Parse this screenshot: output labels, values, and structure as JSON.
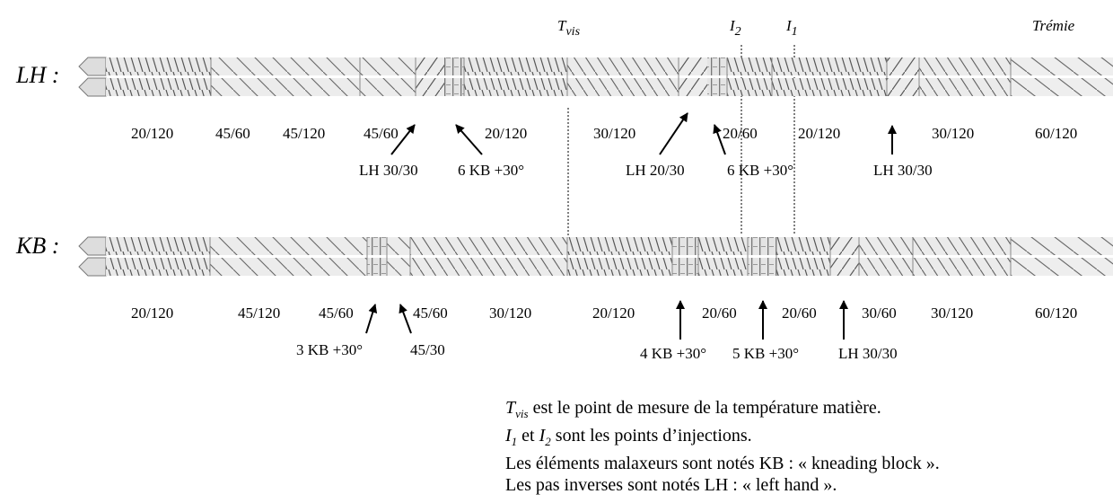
{
  "markers": {
    "tvis": {
      "main": "T",
      "sub": "vis"
    },
    "i2": {
      "main": "I",
      "sub": "2"
    },
    "i1": {
      "main": "I",
      "sub": "1"
    },
    "tremie": "Trémie"
  },
  "rows": {
    "lh": {
      "name": "LH :",
      "pitch_labels": [
        "20/120",
        "45/60",
        "45/120",
        "45/60",
        "20/120",
        "30/120",
        "20/60",
        "20/120",
        "30/120",
        "60/120"
      ],
      "callouts": [
        "LH 30/30",
        "6 KB +30°",
        "LH 20/30",
        "6 KB +30°",
        "LH 30/30"
      ]
    },
    "kb": {
      "name": "KB :",
      "pitch_labels": [
        "20/120",
        "45/120",
        "45/60",
        "45/60",
        "30/120",
        "20/120",
        "20/60",
        "20/60",
        "30/60",
        "30/120",
        "60/120"
      ],
      "callouts": [
        "3 KB +30°",
        "45/30",
        "4 KB +30°",
        "5 KB +30°",
        "LH 30/30"
      ]
    }
  },
  "notes": {
    "line1": {
      "var": "T",
      "sub": "vis",
      "text": " est le point de mesure de la température matière."
    },
    "line2": {
      "var1": "I",
      "sub1": "1",
      "mid": " et ",
      "var2": "I",
      "sub2": "2",
      "text": " sont les points d’injections."
    },
    "line3": "Les éléments malaxeurs sont notés KB : « kneading block ».",
    "line4": "Les pas inverses sont notés LH : « left hand »."
  }
}
